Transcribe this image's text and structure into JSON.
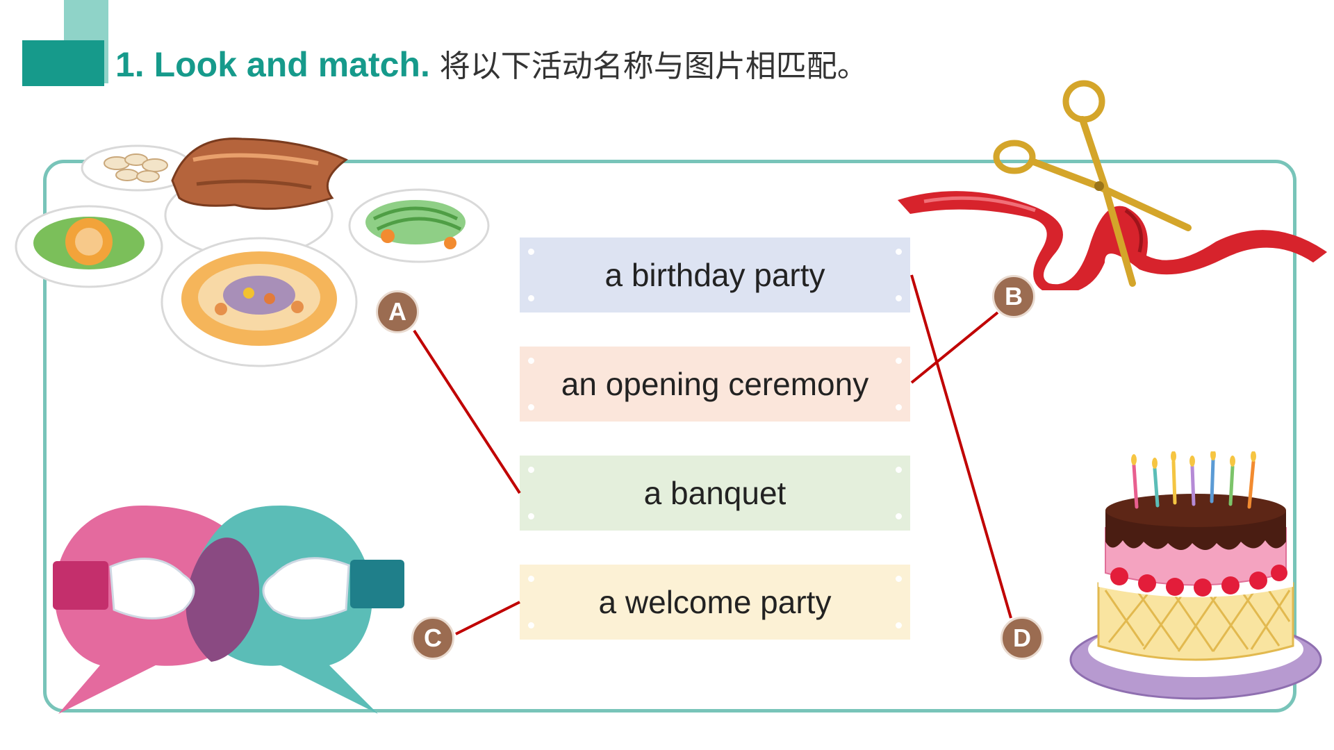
{
  "header": {
    "title_en": "1. Look and match.",
    "title_zh": "将以下活动名称与图片相匹配。"
  },
  "colors": {
    "accent": "#169a8b",
    "accent_light": "#8fd3c8",
    "panel_border": "#78c4b9",
    "badge": "#9b6c51",
    "match_line": "#c00000"
  },
  "phrases": [
    {
      "label": "a birthday party",
      "color": "#dde3f2",
      "matched_to": "D"
    },
    {
      "label": "an opening ceremony",
      "color": "#fbe6db",
      "matched_to": "B"
    },
    {
      "label": "a banquet",
      "color": "#e4efdc",
      "matched_to": "A"
    },
    {
      "label": "a welcome party",
      "color": "#fcf1d5",
      "matched_to": "C"
    }
  ],
  "pictures": [
    {
      "letter": "A",
      "icon": "banquet-food-icon"
    },
    {
      "letter": "B",
      "icon": "ribbon-scissors-icon"
    },
    {
      "letter": "C",
      "icon": "handshake-bubbles-icon"
    },
    {
      "letter": "D",
      "icon": "birthday-cake-icon"
    }
  ]
}
